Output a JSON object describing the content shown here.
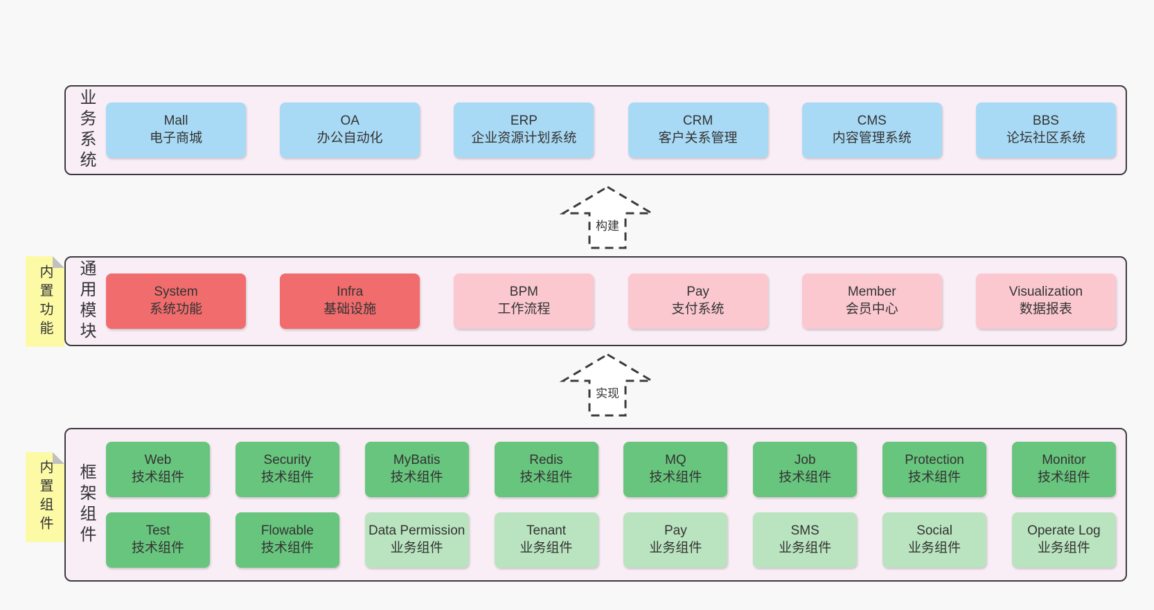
{
  "colors": {
    "page_bg": "#f8f8f8",
    "panel_bg": "#f9edf6",
    "panel_border": "#3b3b3b",
    "blue": "#a9daf5",
    "red": "#f16c6c",
    "pink": "#fbc8d0",
    "green": "#68c57d",
    "light_green": "#b9e4bf",
    "note_yellow": "#fcfaa5",
    "note_fold": "#c0c0c0",
    "text": "#333333"
  },
  "arrows": [
    {
      "id": "build",
      "label": "构建"
    },
    {
      "id": "implement",
      "label": "实现"
    }
  ],
  "sections": [
    {
      "id": "business-systems",
      "side_label": "业务系统",
      "note": null,
      "rows": [
        [
          {
            "en": "Mall",
            "cn": "电子商城",
            "variant": "blue"
          },
          {
            "en": "OA",
            "cn": "办公自动化",
            "variant": "blue"
          },
          {
            "en": "ERP",
            "cn": "企业资源计划系统",
            "variant": "blue"
          },
          {
            "en": "CRM",
            "cn": "客户关系管理",
            "variant": "blue"
          },
          {
            "en": "CMS",
            "cn": "内容管理系统",
            "variant": "blue"
          },
          {
            "en": "BBS",
            "cn": "论坛社区系统",
            "variant": "blue"
          }
        ]
      ]
    },
    {
      "id": "common-modules",
      "side_label": "通用模块",
      "note": "内置功能",
      "rows": [
        [
          {
            "en": "System",
            "cn": "系统功能",
            "variant": "red"
          },
          {
            "en": "Infra",
            "cn": "基础设施",
            "variant": "red"
          },
          {
            "en": "BPM",
            "cn": "工作流程",
            "variant": "pink"
          },
          {
            "en": "Pay",
            "cn": "支付系统",
            "variant": "pink"
          },
          {
            "en": "Member",
            "cn": "会员中心",
            "variant": "pink"
          },
          {
            "en": "Visualization",
            "cn": "数据报表",
            "variant": "pink"
          }
        ]
      ]
    },
    {
      "id": "framework-components",
      "side_label": "框架组件",
      "note": "内置组件",
      "rows": [
        [
          {
            "en": "Web",
            "cn": "技术组件",
            "variant": "green"
          },
          {
            "en": "Security",
            "cn": "技术组件",
            "variant": "green"
          },
          {
            "en": "MyBatis",
            "cn": "技术组件",
            "variant": "green"
          },
          {
            "en": "Redis",
            "cn": "技术组件",
            "variant": "green"
          },
          {
            "en": "MQ",
            "cn": "技术组件",
            "variant": "green"
          },
          {
            "en": "Job",
            "cn": "技术组件",
            "variant": "green"
          },
          {
            "en": "Protection",
            "cn": "技术组件",
            "variant": "green"
          },
          {
            "en": "Monitor",
            "cn": "技术组件",
            "variant": "green"
          }
        ],
        [
          {
            "en": "Test",
            "cn": "技术组件",
            "variant": "green"
          },
          {
            "en": "Flowable",
            "cn": "技术组件",
            "variant": "green"
          },
          {
            "en": "Data Permission",
            "cn": "业务组件",
            "variant": "light-green"
          },
          {
            "en": "Tenant",
            "cn": "业务组件",
            "variant": "light-green"
          },
          {
            "en": "Pay",
            "cn": "业务组件",
            "variant": "light-green"
          },
          {
            "en": "SMS",
            "cn": "业务组件",
            "variant": "light-green"
          },
          {
            "en": "Social",
            "cn": "业务组件",
            "variant": "light-green"
          },
          {
            "en": "Operate Log",
            "cn": "业务组件",
            "variant": "light-green"
          }
        ]
      ]
    }
  ]
}
